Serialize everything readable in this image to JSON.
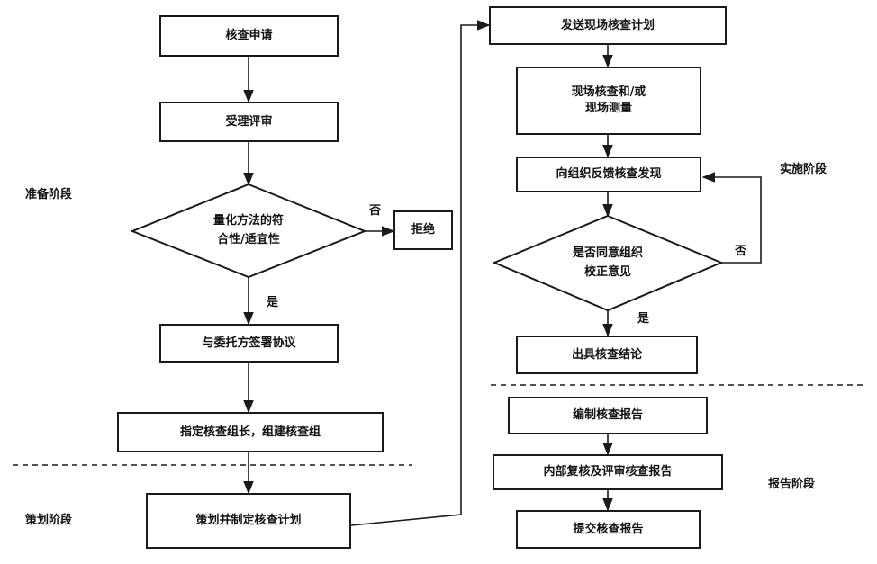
{
  "phases": {
    "prepare": "准备阶段",
    "plan": "策划阶段",
    "implement": "实施阶段",
    "report": "报告阶段"
  },
  "steps": {
    "apply": "核查申请",
    "review": "受理评审",
    "method_check": "量化方法的符\n合性/适宜性",
    "reject": "拒绝",
    "sign": "与委托方签署协议",
    "team": "指定核查组长，组建核查组",
    "plan": "策划并制定核查计划",
    "send_plan": "发送现场核查计划",
    "onsite": "现场核查和/或\n现场测量",
    "feedback": "向组织反馈核查发现",
    "agree": "是否同意组织\n校正意见",
    "conclusion": "出具核查结论",
    "compile": "编制核查报告",
    "internal_review": "内部复核及评审核查报告",
    "submit": "提交核查报告"
  },
  "branch_labels": {
    "method_no": "否",
    "method_yes": "是",
    "agree_no": "否",
    "agree_yes": "是"
  }
}
